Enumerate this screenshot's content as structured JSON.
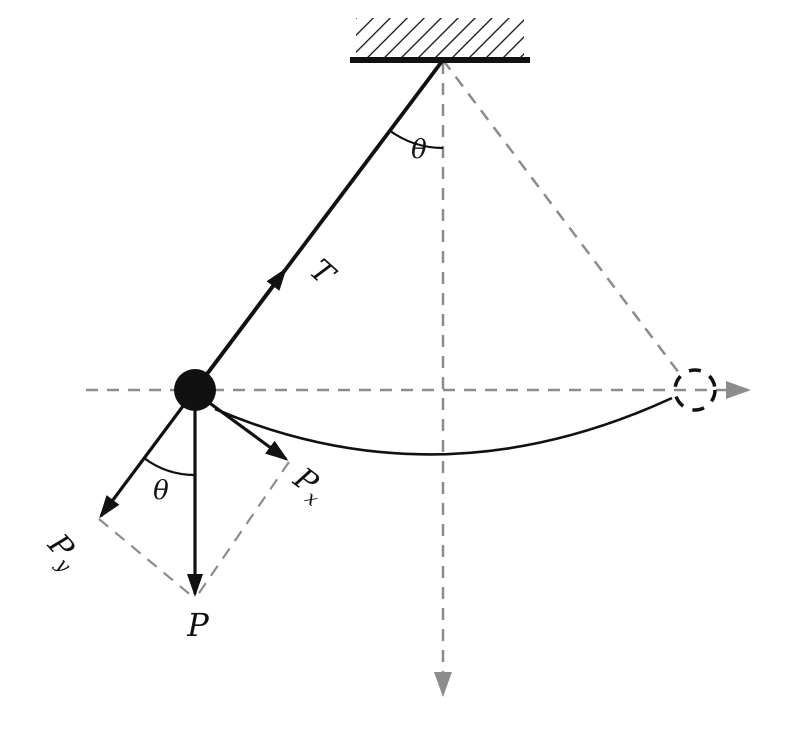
{
  "diagram": {
    "kind": "pendulum-force-diagram",
    "labels": {
      "angle_top": "θ",
      "angle_bob": "θ",
      "tension": "T",
      "weight": "P",
      "weight_component_x": {
        "main": "P",
        "sub": "x"
      },
      "weight_component_y": {
        "main": "P",
        "sub": "y"
      }
    },
    "colors": {
      "primary": "#111111",
      "construction": "#8c8c8c"
    }
  }
}
